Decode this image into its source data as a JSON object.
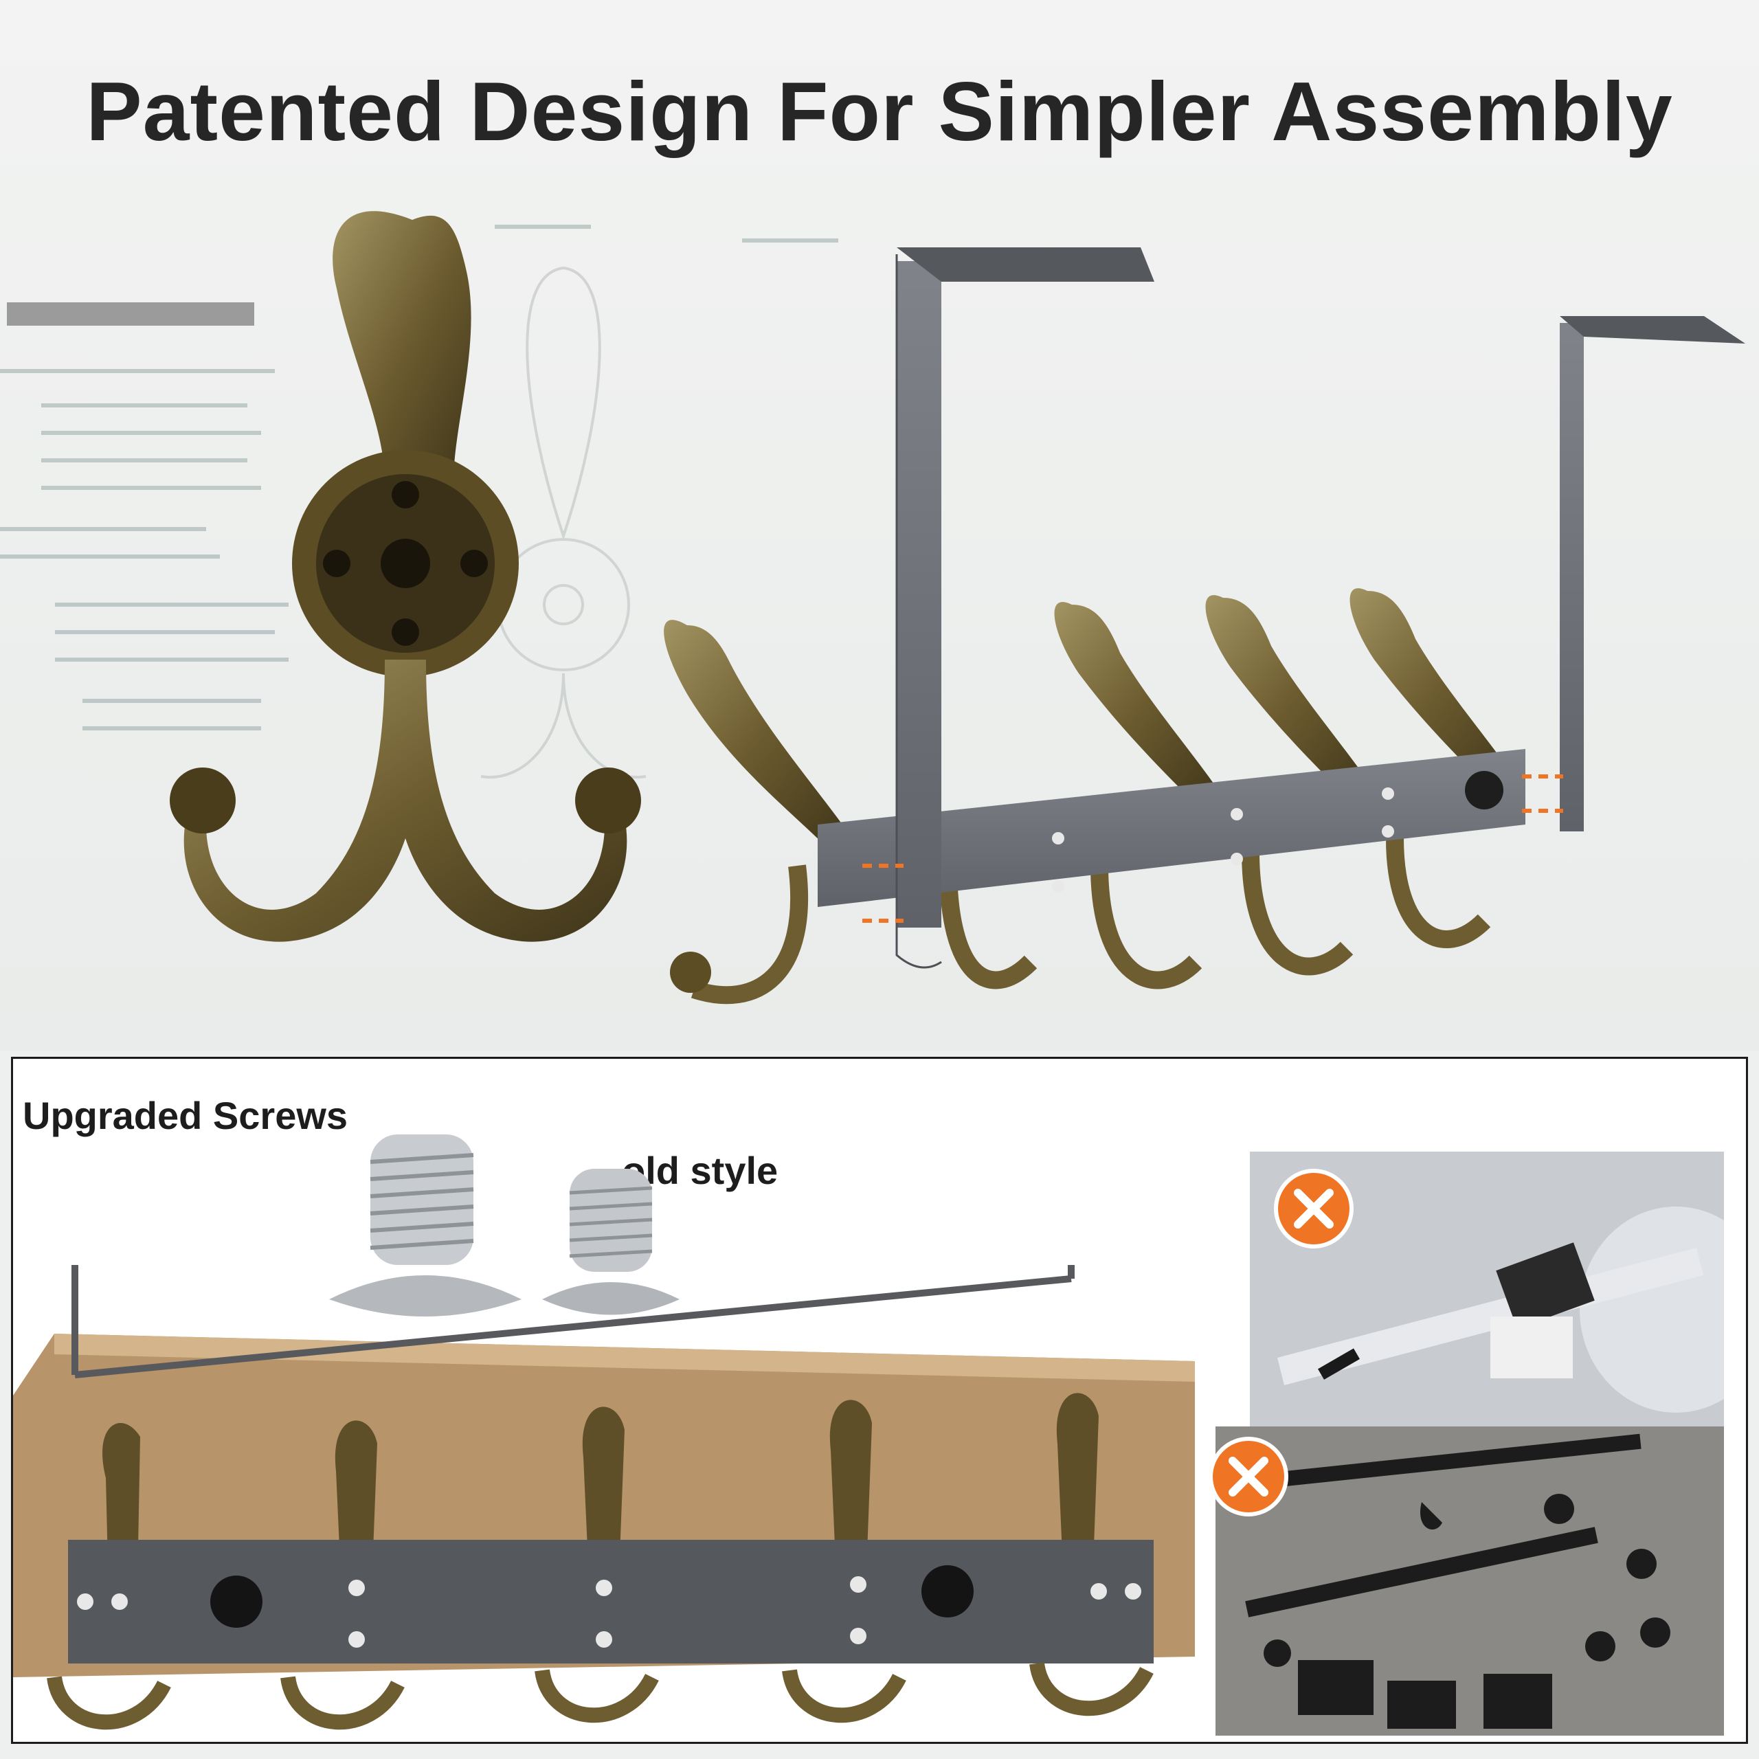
{
  "headline": "Patented Design For Simpler Assembly",
  "comparison": {
    "upgraded_label": "Upgraded Screws",
    "old_label": "old style"
  },
  "icons": {
    "wrong_marker_1": "x-icon",
    "wrong_marker_2": "x-icon"
  },
  "colors": {
    "accent_orange": "#ef7423",
    "bronze": "#7a6a3a",
    "rail_gray": "#6f7278",
    "headline": "#262626"
  }
}
